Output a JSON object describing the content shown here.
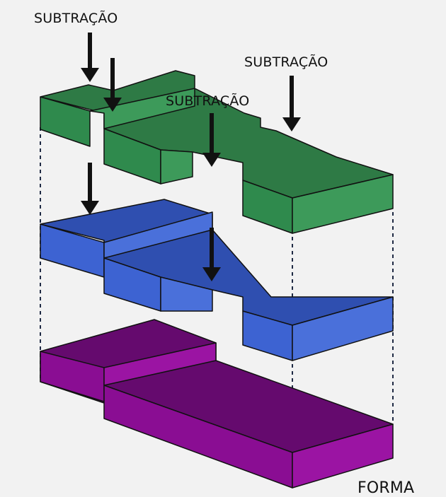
{
  "labels": {
    "subtraction_1": "SUBTRAÇÃO",
    "subtraction_2": "SUBTRAÇÃO",
    "subtraction_3": "SUBTRAÇÃO",
    "form": "FORMA"
  },
  "colors": {
    "green_top": "#2e7a45",
    "green_front": "#2f8a4d",
    "green_side": "#3d9a5a",
    "blue_top": "#2f4fb0",
    "blue_front": "#3d63d2",
    "blue_side": "#4a70da",
    "purple_top": "#650a6e",
    "purple_front": "#8a0d93",
    "purple_side": "#9b14a3"
  }
}
